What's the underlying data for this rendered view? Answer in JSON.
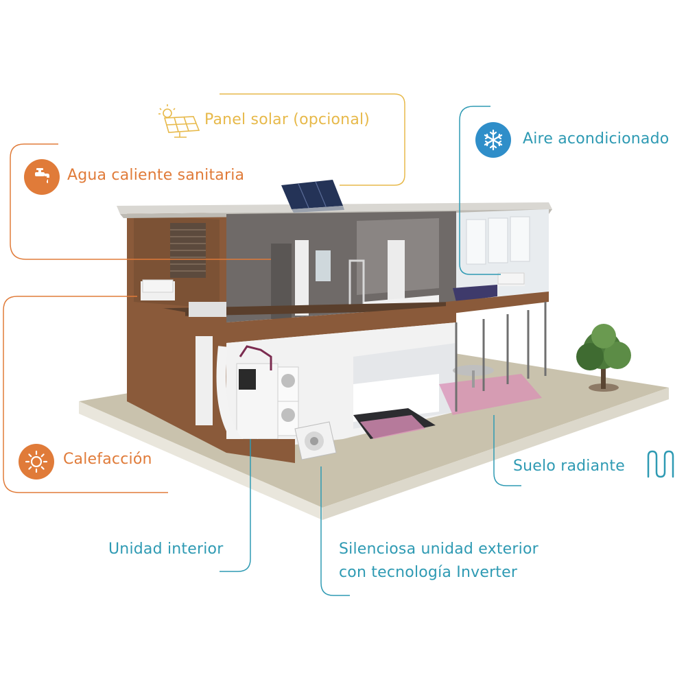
{
  "colors": {
    "orange": "#e07b39",
    "teal": "#2e9ab3",
    "gold": "#e7b94a",
    "icon_blue": "#2f8ec9",
    "wood": "#8a5a3a",
    "slab": "#c9c2ad"
  },
  "labels": {
    "solar": "Panel solar (opcional)",
    "hot_water": "Agua caliente sanitaria",
    "air": "Aire acondicionado",
    "heating": "Calefacción",
    "floor": "Suelo radiante",
    "indoor": "Unidad interior",
    "outdoor_line1": "Silenciosa unidad exterior",
    "outdoor_line2": "con tecnología Inverter"
  },
  "icons": {
    "solar": "solar-panel-icon",
    "hot_water": "faucet-icon",
    "air": "snowflake-icon",
    "heating": "sun-icon",
    "floor": "radiant-floor-icon"
  }
}
